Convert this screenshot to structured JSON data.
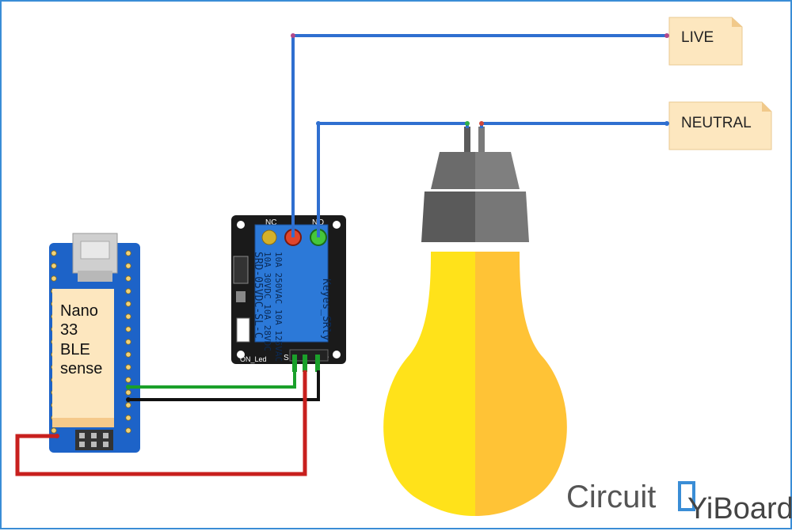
{
  "labels": {
    "live": "LIVE",
    "neutral": "NEUTRAL"
  },
  "nano": {
    "line1": "Nano",
    "line2": "33",
    "line3": "BLE",
    "line4": "sense"
  },
  "relay": {
    "nc": "NC",
    "no": "NO",
    "spec1": "10A 250VAC  10A 125VAC",
    "spec2": "10A 30VDC  10A 28VDC",
    "model": "SRD-05VDC-SL-C",
    "brand": "Keyes_SRly",
    "on_led": "ON_Led",
    "pin_s": "S",
    "pin_minus": "-"
  },
  "watermark": {
    "circuit": "Circuit",
    "yiboard": "YiBoard"
  },
  "colors": {
    "wire_blue": "#2f6fd0",
    "wire_green": "#1aa02a",
    "wire_black": "#111111",
    "wire_red": "#c8201e",
    "bulb_left": "#ffe21a",
    "bulb_right": "#ffc336",
    "socket_dark": "#5c5c5c",
    "socket_mid": "#7a7a7a",
    "note_fill": "#fde7bf",
    "board_blue": "#1d63c8",
    "relay_blue": "#2c79d8"
  }
}
